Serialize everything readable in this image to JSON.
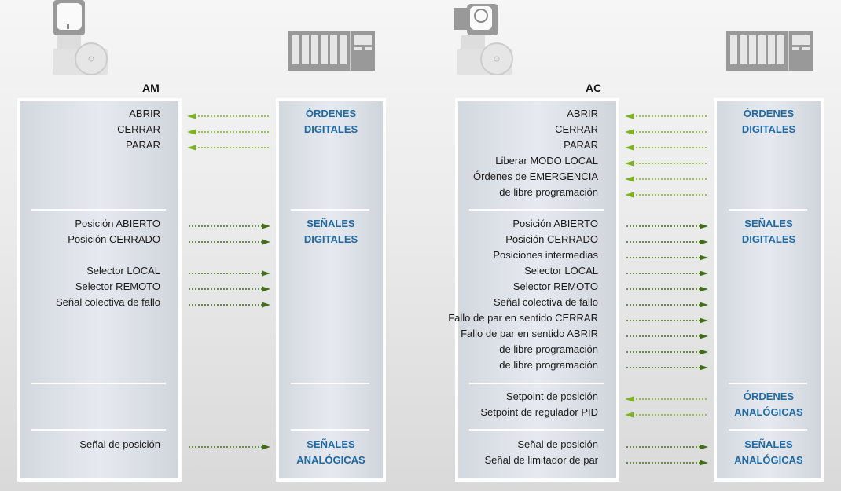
{
  "colors": {
    "input_arrow": "#7ab51d",
    "output_arrow": "#3f6e17",
    "section_text": "#1f6aa5"
  },
  "panels": [
    {
      "title": "AM",
      "rows": [
        {
          "label": "ABRIR",
          "dir": "in"
        },
        {
          "label": "CERRAR",
          "dir": "in"
        },
        {
          "label": "PARAR",
          "dir": "in"
        },
        {
          "label": "Posición ABIERTO",
          "dir": "out"
        },
        {
          "label": "Posición CERRADO",
          "dir": "out"
        },
        {
          "label": "Selector LOCAL",
          "dir": "out"
        },
        {
          "label": "Selector REMOTO",
          "dir": "out"
        },
        {
          "label": "Señal colectiva de fallo",
          "dir": "out"
        },
        {
          "label": "Señal de posición",
          "dir": "out"
        }
      ],
      "sections": [
        [
          "ÓRDENES",
          "DIGITALES"
        ],
        [
          "SEÑALES",
          "DIGITALES"
        ],
        [
          "SEÑALES",
          "ANALÓGICAS"
        ]
      ]
    },
    {
      "title": "AC",
      "rows": [
        {
          "label": "ABRIR",
          "dir": "in"
        },
        {
          "label": "CERRAR",
          "dir": "in"
        },
        {
          "label": "PARAR",
          "dir": "in"
        },
        {
          "label": "Liberar MODO LOCAL",
          "dir": "in"
        },
        {
          "label": "Órdenes de EMERGENCIA",
          "dir": "in"
        },
        {
          "label": "de libre programación",
          "dir": "in"
        },
        {
          "label": "Posición ABIERTO",
          "dir": "out"
        },
        {
          "label": "Posición CERRADO",
          "dir": "out"
        },
        {
          "label": "Posiciones intermedias",
          "dir": "out"
        },
        {
          "label": "Selector LOCAL",
          "dir": "out"
        },
        {
          "label": "Selector REMOTO",
          "dir": "out"
        },
        {
          "label": "Señal colectiva de fallo",
          "dir": "out"
        },
        {
          "label": "Fallo de par en sentido CERRAR",
          "dir": "out"
        },
        {
          "label": "Fallo de par en sentido ABRIR",
          "dir": "out"
        },
        {
          "label": "de libre programación",
          "dir": "out"
        },
        {
          "label": "de libre programación",
          "dir": "out"
        },
        {
          "label": "Setpoint de posición",
          "dir": "in"
        },
        {
          "label": "Setpoint de regulador PID",
          "dir": "in"
        },
        {
          "label": "Señal de posición",
          "dir": "out"
        },
        {
          "label": "Señal de limitador de par",
          "dir": "out"
        }
      ],
      "sections": [
        [
          "ÓRDENES",
          "DIGITALES"
        ],
        [
          "SEÑALES",
          "DIGITALES"
        ],
        [
          "ÓRDENES",
          "ANALÓGICAS"
        ],
        [
          "SEÑALES",
          "ANALÓGICAS"
        ]
      ]
    }
  ]
}
